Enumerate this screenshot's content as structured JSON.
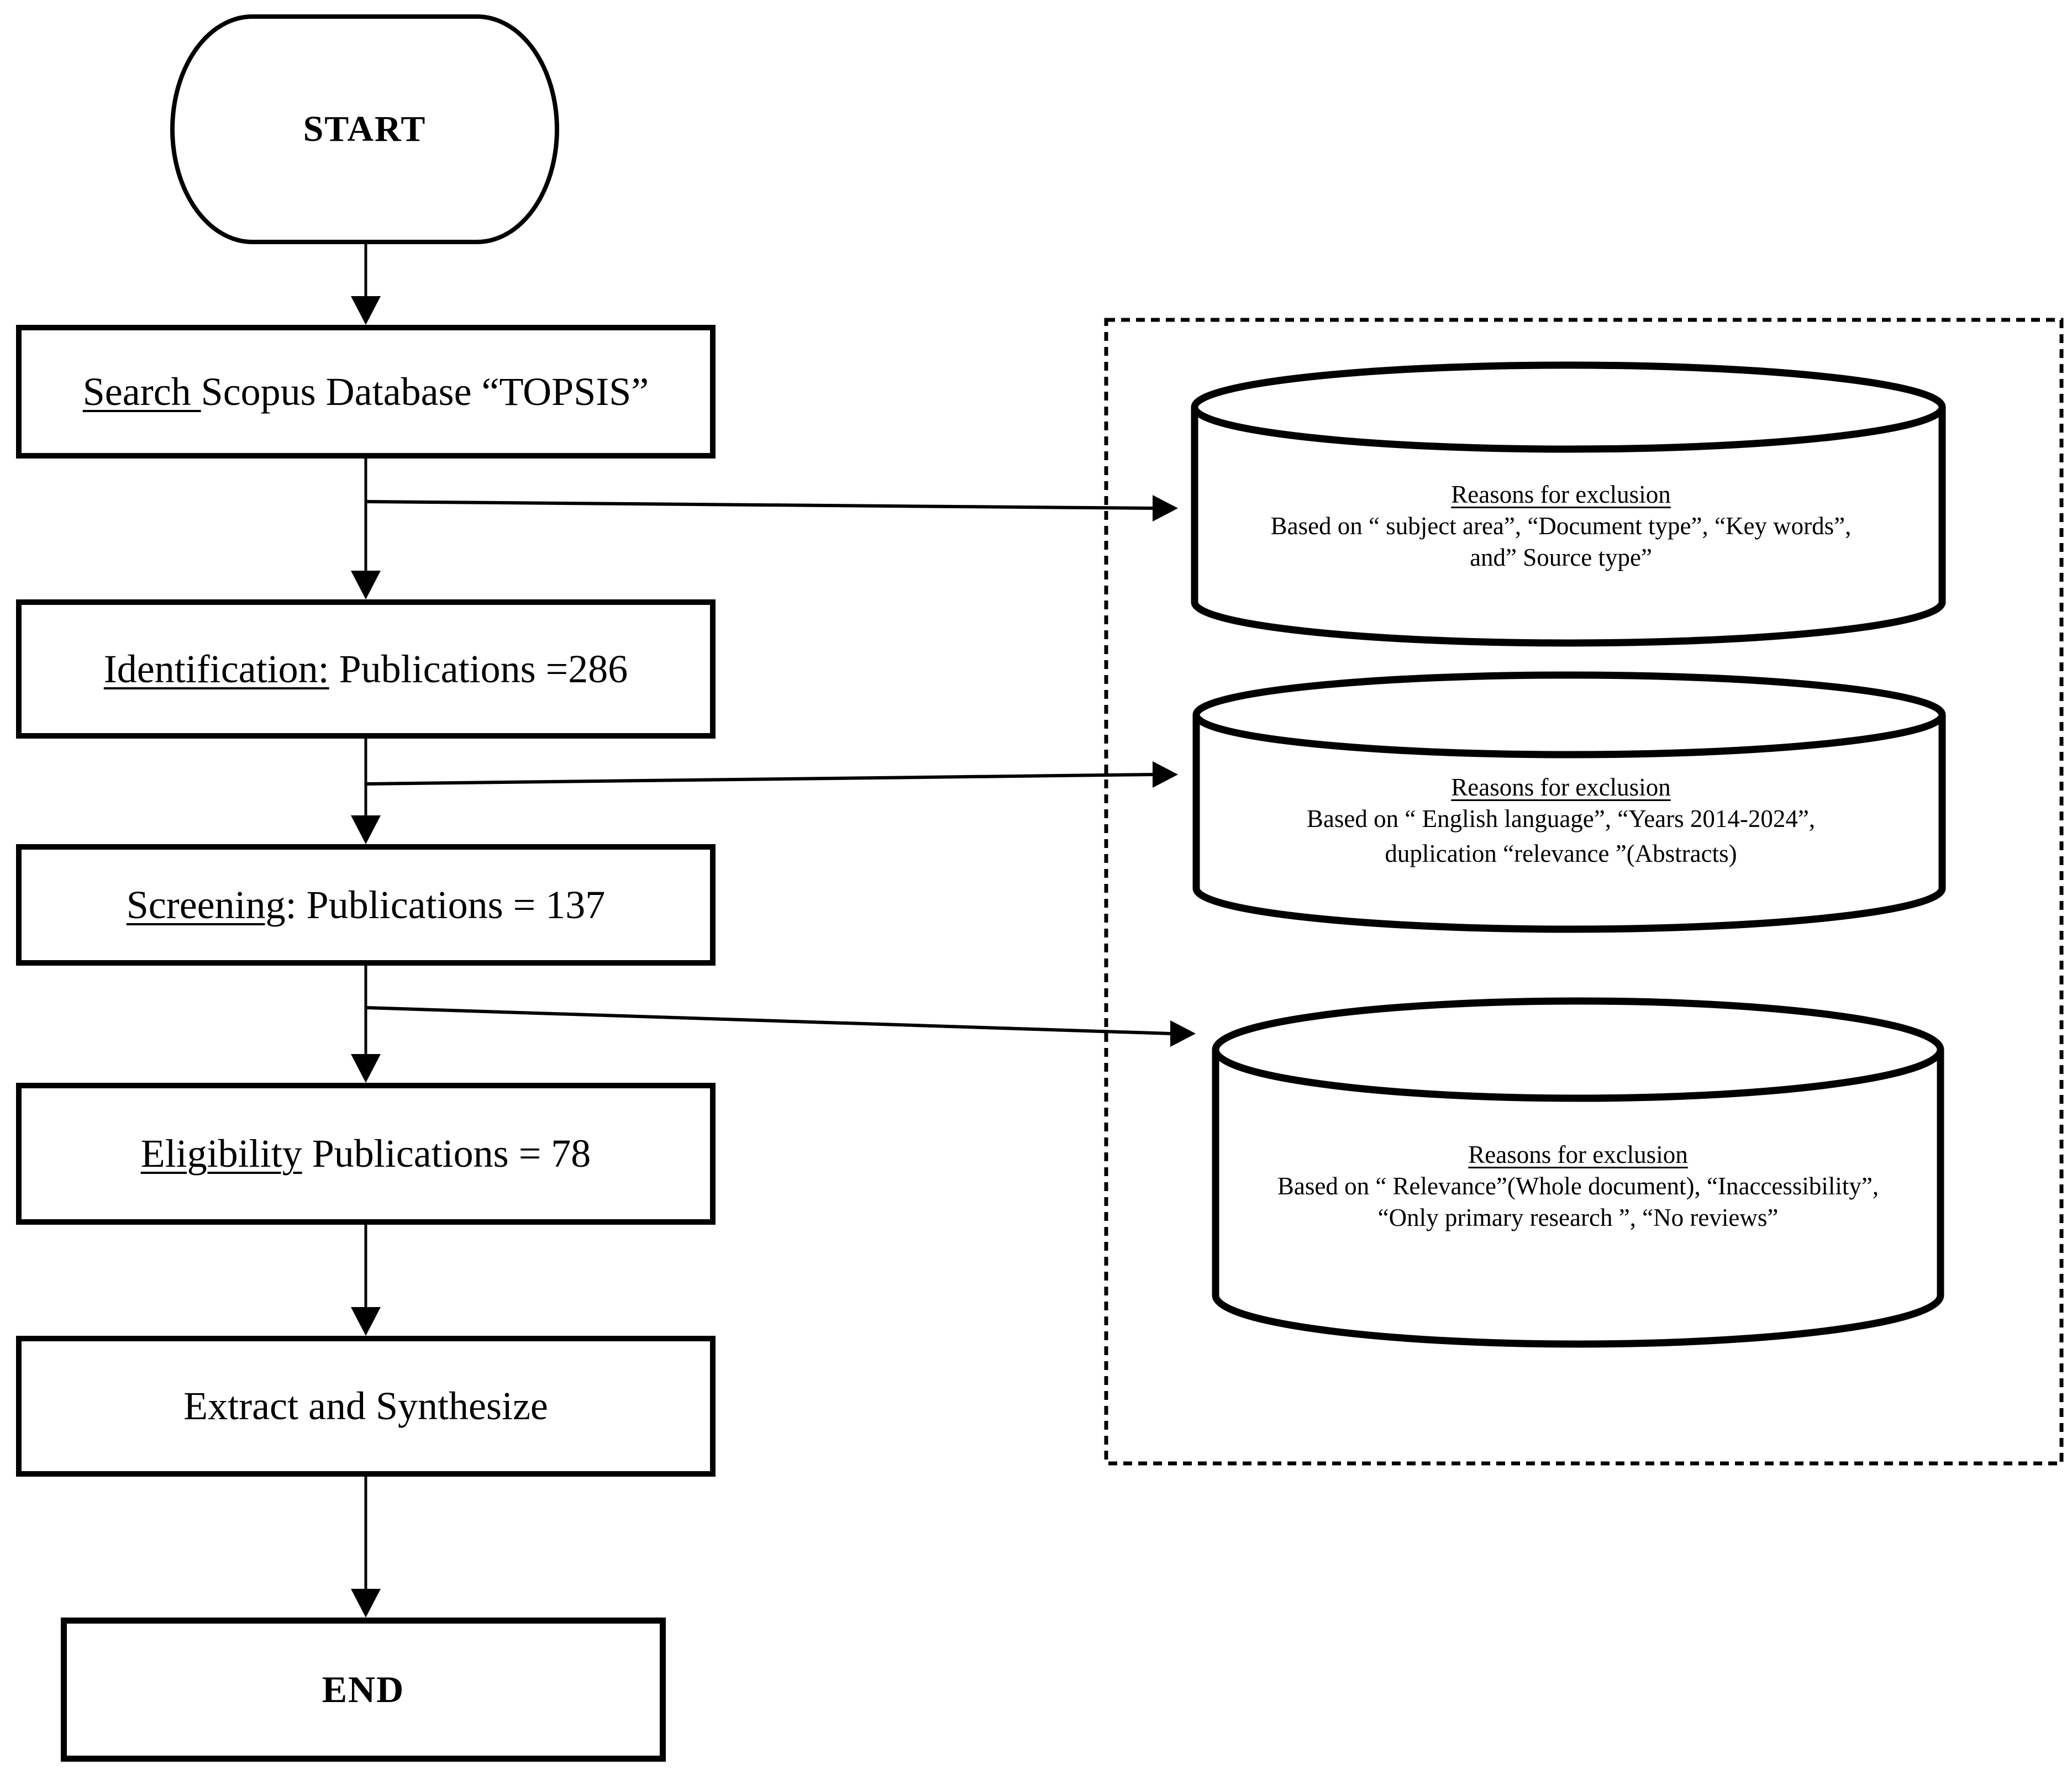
{
  "colors": {
    "ink": "#000000",
    "paper": "#ffffff"
  },
  "flow": {
    "start_label": "START",
    "end_label": "END",
    "steps": [
      {
        "u": "Search ",
        "rest": "Scopus Database “TOPSIS”"
      },
      {
        "u": "Identification:",
        "rest": " Publications =286"
      },
      {
        "u": "Screening",
        "rest": ": Publications = 137"
      },
      {
        "u": "Eligibility",
        "rest": " Publications = 78"
      },
      {
        "u": "",
        "rest": "Extract and Synthesize"
      }
    ]
  },
  "exclusions": [
    {
      "heading": "Reasons for exclusion",
      "line1": "Based on “ subject area”, “Document type”, “Key words”,",
      "line2": "and” Source type”"
    },
    {
      "heading": "Reasons for exclusion",
      "line1": "Based on “ English language”, “Years 2014-2024”,",
      "line2": "duplication “relevance ”(Abstracts)"
    },
    {
      "heading": "Reasons for exclusion",
      "line1": "Based on “ Relevance”(Whole document), “Inaccessibility”,",
      "line2": "“Only primary research ”, “No reviews”"
    }
  ]
}
